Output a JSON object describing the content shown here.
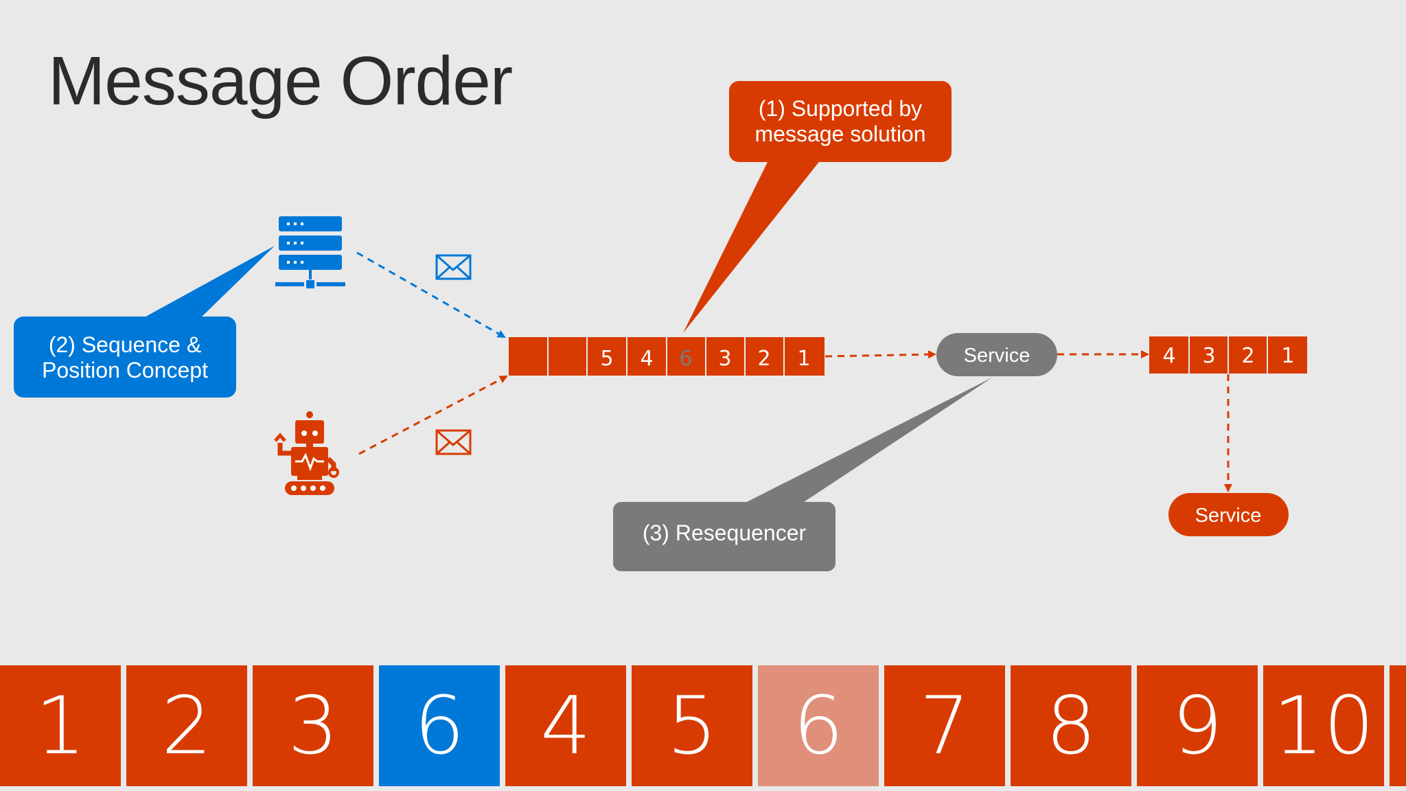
{
  "title": "Message Order",
  "callouts": {
    "supported": {
      "line1": "(1) Supported by",
      "line2": "message solution"
    },
    "sequence": {
      "line1": "(2) Sequence &",
      "line2": "Position Concept"
    },
    "resequencer": {
      "line1": "(3) Resequencer"
    }
  },
  "queue": {
    "slots": [
      "",
      "",
      "5",
      "4",
      "6",
      "3",
      "2",
      "1"
    ]
  },
  "output_queue": {
    "slots": [
      "4",
      "3",
      "2",
      "1"
    ]
  },
  "services": {
    "middle": "Service",
    "bottom": "Service"
  },
  "strip": {
    "tiles": [
      {
        "label": "1",
        "kind": "normal"
      },
      {
        "label": "2",
        "kind": "normal"
      },
      {
        "label": "3",
        "kind": "normal"
      },
      {
        "label": "6",
        "kind": "blue"
      },
      {
        "label": "4",
        "kind": "normal"
      },
      {
        "label": "5",
        "kind": "normal"
      },
      {
        "label": "6",
        "kind": "faded"
      },
      {
        "label": "7",
        "kind": "normal"
      },
      {
        "label": "8",
        "kind": "normal"
      },
      {
        "label": "9",
        "kind": "normal"
      },
      {
        "label": "10",
        "kind": "normal"
      },
      {
        "label": "",
        "kind": "edge"
      }
    ]
  },
  "icons": {
    "server": "server-icon",
    "robot": "robot-icon",
    "envelope": "envelope-icon"
  },
  "colors": {
    "accent_orange": "#d83b01",
    "accent_blue": "#0078d7",
    "gray": "#7a7a7a",
    "faded": "#e0907a"
  }
}
